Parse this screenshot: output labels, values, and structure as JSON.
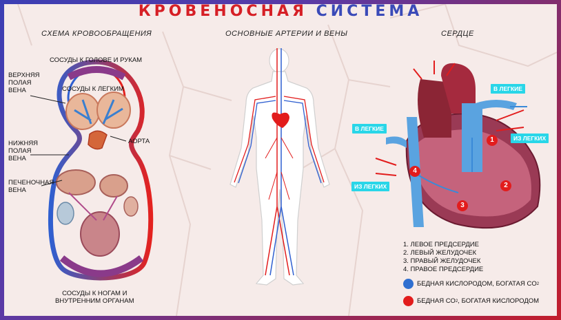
{
  "title": {
    "word1": "КРОВЕНОСНАЯ",
    "word2": "СИСТЕМА"
  },
  "sections": {
    "left": "СХЕМА КРОВООБРАЩЕНИЯ",
    "middle": "ОСНОВНЫЕ АРТЕРИИ И ВЕНЫ",
    "right": "СЕРДЦЕ"
  },
  "left_labels": {
    "head_vessels": "СОСУДЫ К ГОЛОВЕ И РУКАМ",
    "upper_vena": "ВЕРХНЯЯ\nПОЛАЯ\nВЕНА",
    "lung_vessels": "СОСУДЫ К ЛЕГКИМ",
    "aorta": "АОРТА",
    "lower_vena": "НИЖНЯЯ\nПОЛАЯ\nВЕНА",
    "hepatic_vena": "ПЕЧЕНОЧНАЯ\nВЕНА",
    "legs_vessels": "СОСУДЫ К НОГАМ И\nВНУТРЕННИМ ОРГАНАМ"
  },
  "heart_tags": {
    "to_lungs_right": "В ЛЕГКИЕ",
    "to_lungs_left": "В ЛЕГКИЕ",
    "from_lungs_right": "ИЗ ЛЕГКИХ",
    "from_lungs_left": "ИЗ ЛЕГКИХ"
  },
  "chamber_numbers": [
    "1",
    "2",
    "3",
    "4"
  ],
  "legend": {
    "items": [
      "1. ЛЕВОЕ ПРЕДСЕРДИЕ",
      "2. ЛЕВЫЙ ЖЕЛУДОЧЕК",
      "3. ПРАВЫЙ ЖЕЛУДОЧЕК",
      "4. ПРАВОЕ ПРЕДСЕРДИЕ"
    ],
    "blue_text": "БЕДНАЯ КИСЛОРОДОМ, БОГАТАЯ CO",
    "blue_sub": "2",
    "red_text_a": "БЕДНАЯ CO",
    "red_sub": "2",
    "red_text_b": ", БОГАТАЯ КИСЛОРОДОМ",
    "blue_color": "#2f6fd0",
    "red_color": "#e21c1c"
  }
}
